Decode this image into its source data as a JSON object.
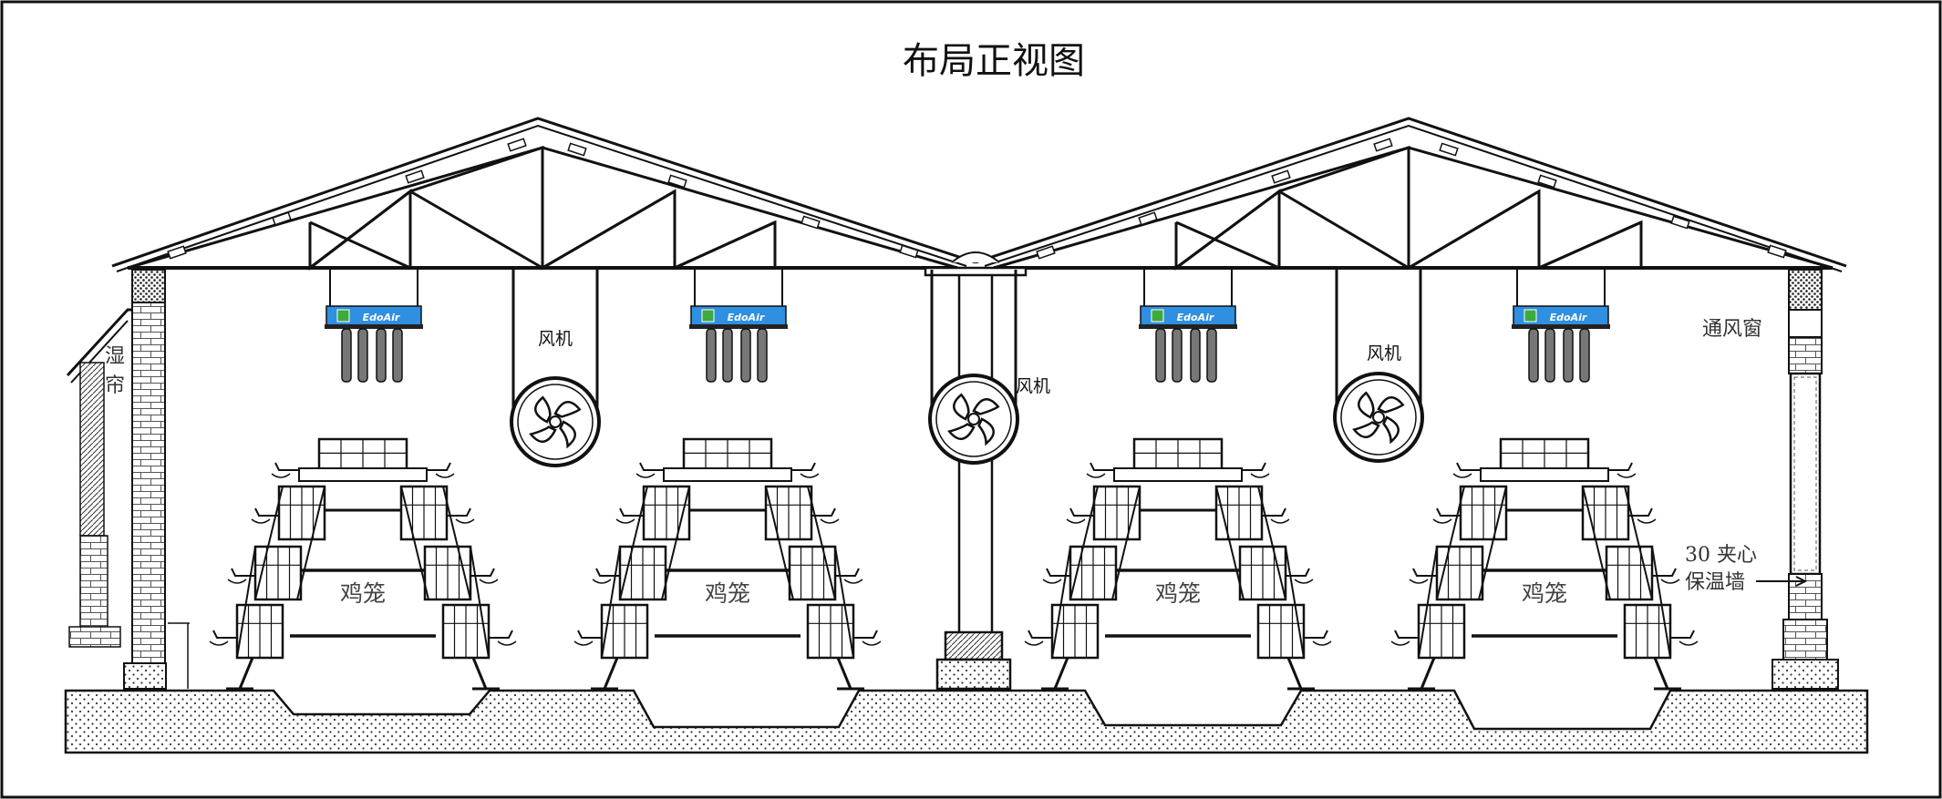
{
  "title": "布局正视图",
  "labels": {
    "fan": "风机",
    "cage": "鸡笼",
    "curtain_1": "湿",
    "curtain_2": "帘",
    "vent_window": "通风窗",
    "wall_line1": "30 夹心",
    "wall_line2": "保温墙"
  },
  "cooler_brand": "EdoAir",
  "colors": {
    "line": "#111111",
    "cooler_blue": "#2f8fe0",
    "cooler_logo": "#3caa3c",
    "pipe_grey": "#777777",
    "ground_fill": "#ffffff",
    "dots": "#333333"
  }
}
